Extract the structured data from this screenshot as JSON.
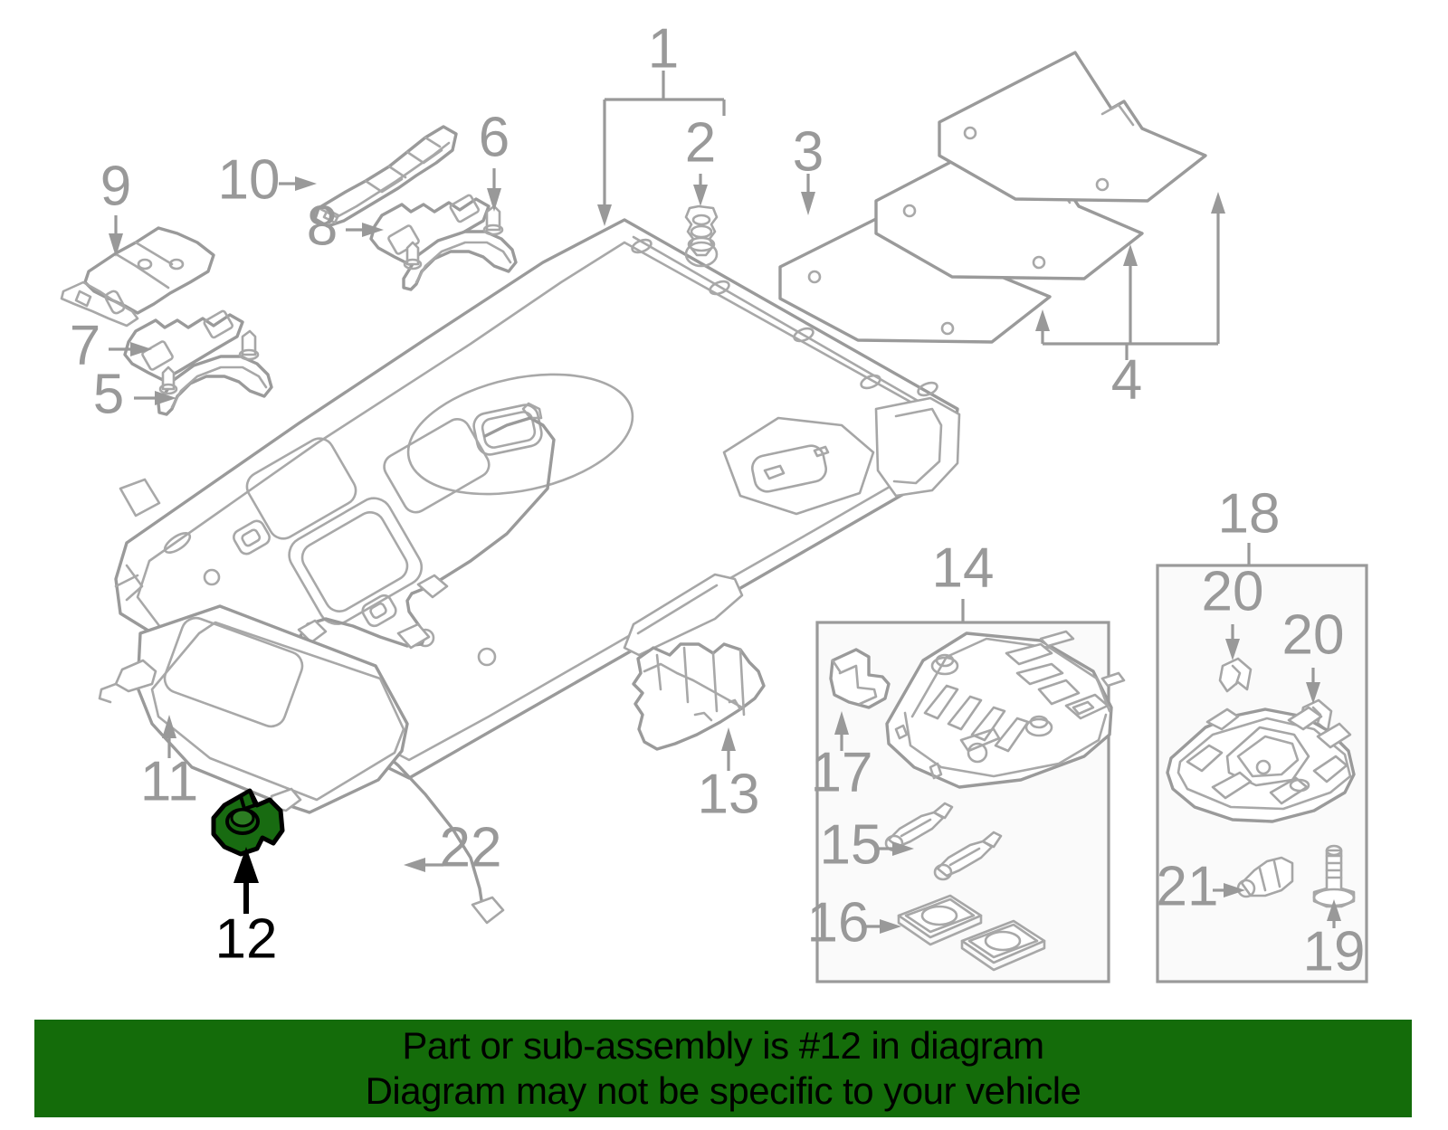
{
  "diagram": {
    "title": "Vehicle roof headliner and overhead console exploded parts diagram",
    "highlight_color": "#186B11",
    "line_color": "#999999",
    "callouts": [
      {
        "id": "1",
        "label": "1",
        "target": "headliner-assembly",
        "highlighted": false
      },
      {
        "id": "2",
        "label": "2",
        "target": "headliner-clip-screw",
        "highlighted": false
      },
      {
        "id": "3",
        "label": "3",
        "target": "roof-insulator-pad",
        "highlighted": false
      },
      {
        "id": "4",
        "label": "4",
        "target": "roof-insulator-pad-set",
        "highlighted": false
      },
      {
        "id": "5",
        "label": "5",
        "target": "assist-grip-front",
        "highlighted": false
      },
      {
        "id": "6",
        "label": "6",
        "target": "assist-grip-cap",
        "highlighted": false
      },
      {
        "id": "7",
        "label": "7",
        "target": "grip-cover-front",
        "highlighted": false
      },
      {
        "id": "8",
        "label": "8",
        "target": "grip-cover-rear",
        "highlighted": false
      },
      {
        "id": "9",
        "label": "9",
        "target": "grip-bracket-rear",
        "highlighted": false
      },
      {
        "id": "10",
        "label": "10",
        "target": "grip-bracket-front",
        "highlighted": false
      },
      {
        "id": "11",
        "label": "11",
        "target": "sun-visor",
        "highlighted": false
      },
      {
        "id": "12",
        "label": "12",
        "target": "sun-visor-holder-clip",
        "highlighted": true
      },
      {
        "id": "13",
        "label": "13",
        "target": "rear-lamp-housing",
        "highlighted": false
      },
      {
        "id": "14",
        "label": "14",
        "target": "overhead-console-group",
        "highlighted": false
      },
      {
        "id": "15",
        "label": "15",
        "target": "console-bulb",
        "highlighted": false
      },
      {
        "id": "16",
        "label": "16",
        "target": "console-lens",
        "highlighted": false
      },
      {
        "id": "17",
        "label": "17",
        "target": "console-bracket",
        "highlighted": false
      },
      {
        "id": "18",
        "label": "18",
        "target": "map-lamp-group",
        "highlighted": false
      },
      {
        "id": "19",
        "label": "19",
        "target": "map-lamp-screw",
        "highlighted": false
      },
      {
        "id": "20",
        "label": "20",
        "target": "map-lamp-clip",
        "highlighted": false
      },
      {
        "id": "21",
        "label": "21",
        "target": "map-lamp-bulb",
        "highlighted": false
      },
      {
        "id": "22",
        "label": "22",
        "target": "antenna-feeder-cable",
        "highlighted": false
      }
    ],
    "group_boxes": [
      {
        "id": "14",
        "label": "14"
      },
      {
        "id": "18",
        "label": "18"
      }
    ]
  },
  "banner": {
    "background_color": "#146C0A",
    "text_color": "#000000",
    "line1": "Part or sub-assembly is #12 in diagram",
    "line2": "Diagram may not be specific to your vehicle"
  }
}
